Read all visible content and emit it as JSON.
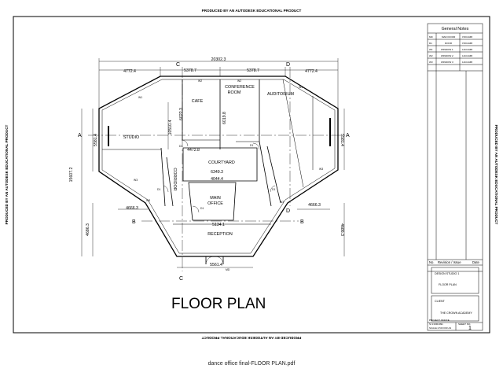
{
  "watermark": "PRODUCED BY AN AUTODESK EDUCATIONAL PRODUCT",
  "title": "FLOOR PLAN",
  "footer": "dance office final-FLOOR PLAN.pdf",
  "rooms": {
    "studio": "STUDIO",
    "cafe": "CAFE",
    "conference_1": "CONFERENCE",
    "conference_2": "ROOM",
    "auditorium": "AUDITORIUM",
    "courtyard": "COURTYARD",
    "corridor": "CORRIDOR",
    "main_office_1": "MAIN",
    "main_office_2": "OFFICE",
    "reception": "RECEPTION"
  },
  "dimensions": {
    "overall": "20302.3",
    "top_left": "4772.4",
    "top_center_left": "5378.7",
    "top_center_right": "5378.7",
    "top_right": "4772.4",
    "cafe_height": "6022.3",
    "conf_height": "6019.8",
    "studio_inner": "10510.4",
    "left_mid": "5581.4",
    "right_mid": "5581.4",
    "left_total": "15607.2",
    "courtyard_top": "4472.8",
    "courtyard_1": "6349.3",
    "courtyard_2": "4044.4",
    "left_lower": "4666.3",
    "right_lower": "4666.3",
    "reception_top": "5134.1",
    "left_bottom": "4686.3",
    "right_bottom": "4686.3",
    "entry": "5561.4"
  },
  "tags": {
    "w1": "W1",
    "w2": "W2",
    "w3": "W3",
    "d1": "D1",
    "md": "MD"
  },
  "section_markers": {
    "a": "A",
    "b": "B",
    "c": "C",
    "d": "D"
  },
  "notes": {
    "heading": "General Notes",
    "rows": [
      {
        "code": "MD",
        "name": "MAIN DOOR",
        "spec": "0720-6A6B"
      },
      {
        "code": "D1",
        "name": "DOOR",
        "spec": "0720-6A6B"
      },
      {
        "code": "W1",
        "name": "WINDOW 1",
        "spec": "1210-6A6B"
      },
      {
        "code": "W2",
        "name": "WINDOW 2",
        "spec": "1210-6A6B"
      },
      {
        "code": "W3",
        "name": "WINDOW 3",
        "spec": "1210-6A6B"
      }
    ]
  },
  "revision": {
    "no": "No.",
    "revision": "Revision / Issue",
    "date": "Date"
  },
  "title_block": {
    "design_line1": "DESIGN STUDIO 1",
    "design_line2": "FLOOR PLAN",
    "client_label": "CLIENT",
    "client_name": "THE CROWN ACADEMY",
    "project_office": "PROJECT OFFICE",
    "project_id": "SI 13/001991",
    "sheet_no_label": "SHEET NO.",
    "scale": "SCALE:1:50 FOR A3",
    "sheet_no": "1"
  }
}
